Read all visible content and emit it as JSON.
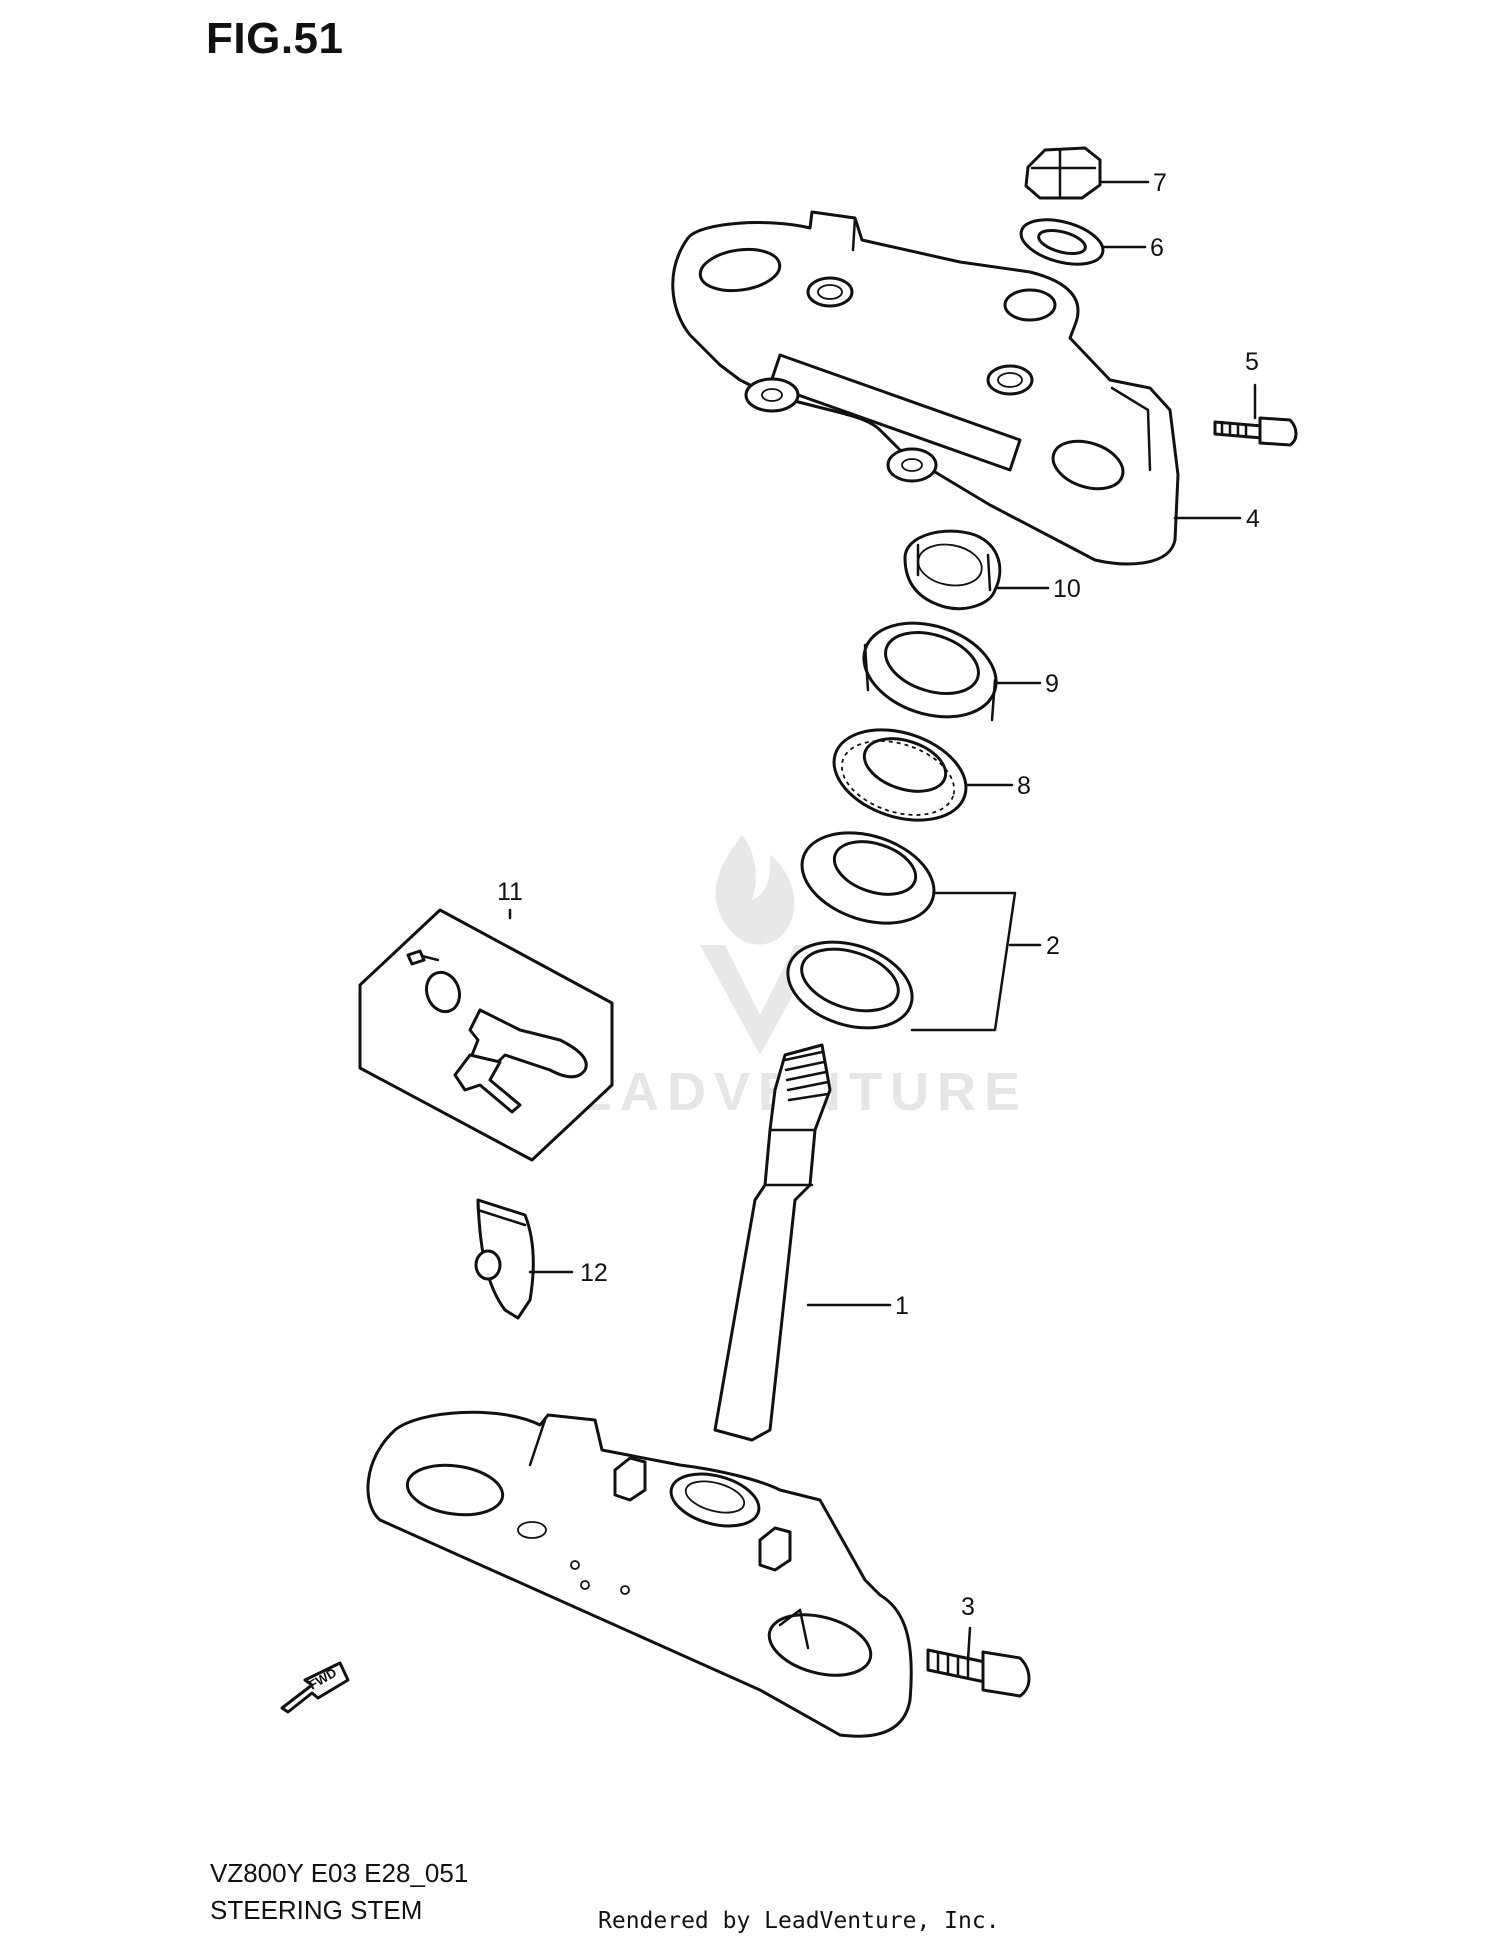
{
  "figure": {
    "title": "FIG.51",
    "model_code": "VZ800Y E03 E28_051",
    "section_name": "STEERING STEM",
    "credit": "Rendered by LeadVenture, Inc.",
    "watermark": "LEADVENTURE"
  },
  "callouts": [
    {
      "id": "1",
      "part": "steering-stem"
    },
    {
      "id": "2",
      "part": "bearing-set"
    },
    {
      "id": "3",
      "part": "clamp-bolt"
    },
    {
      "id": "4",
      "part": "upper-bracket"
    },
    {
      "id": "5",
      "part": "bracket-bolt"
    },
    {
      "id": "6",
      "part": "washer"
    },
    {
      "id": "7",
      "part": "cap-nut"
    },
    {
      "id": "8",
      "part": "bearing"
    },
    {
      "id": "9",
      "part": "dust-seal"
    },
    {
      "id": "10",
      "part": "lock-nut"
    },
    {
      "id": "11",
      "part": "steering-lock-set"
    },
    {
      "id": "12",
      "part": "lock-cover"
    }
  ],
  "icons": {
    "fwd_arrow": "fwd-arrow-icon"
  },
  "colors": {
    "ink": "#111111",
    "background": "#ffffff",
    "watermark": "#d8d8d8"
  }
}
